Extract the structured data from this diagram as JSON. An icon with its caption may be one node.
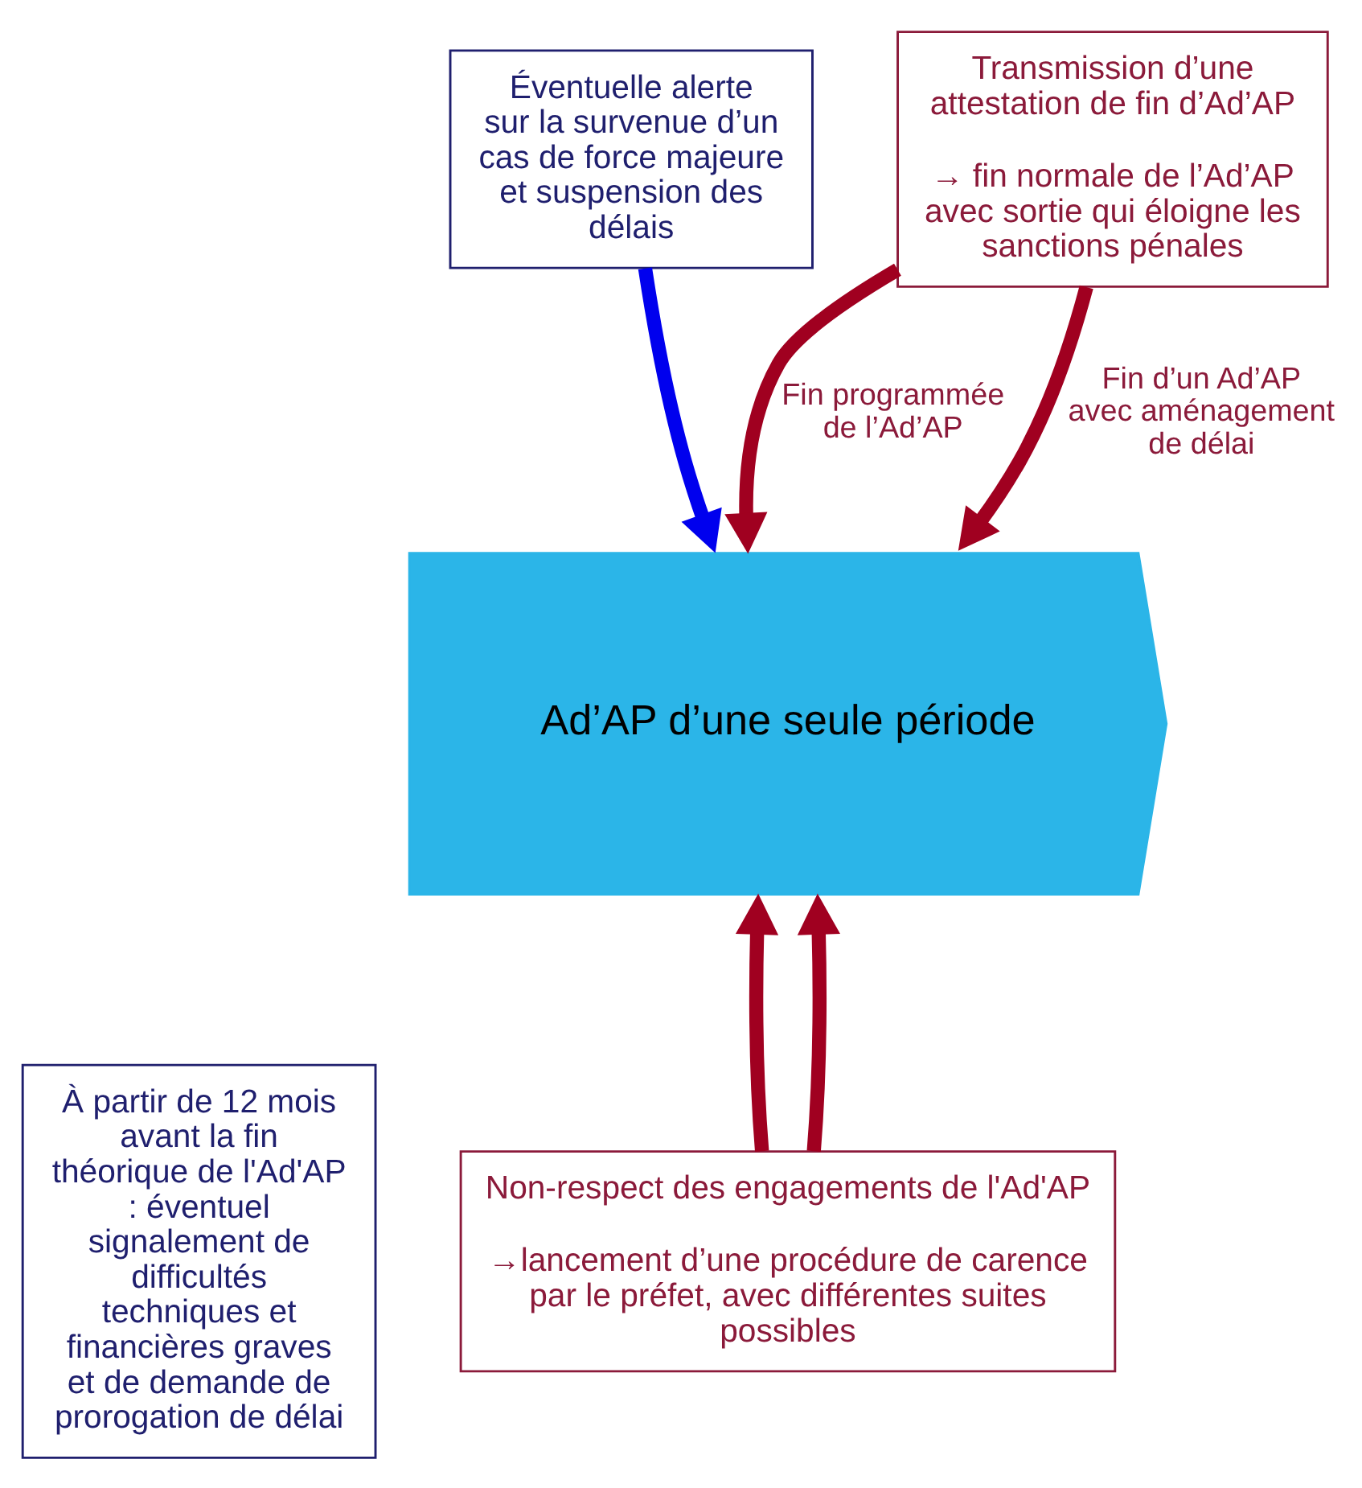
{
  "diagram": {
    "nodes": [
      {
        "text": [
          "Ad’AP d’une seule période"
        ]
      },
      {
        "text": [
          "Éventuelle alerte sur la survenue d’un cas de force majeure et suspension des délais"
        ]
      },
      {
        "text": [
          "Transmission d’une attestation de fin d’Ad’AP",
          "→ fin normale de l’Ad’AP avec sortie qui éloigne les sanctions pénales"
        ]
      },
      {
        "text": [
          "À partir de 12 mois avant la fin théorique de l'Ad'AP : éventuel signalement de difficultés techniques et financières graves et de demande de prorogation de délai"
        ]
      },
      {
        "text": [
          "Non-respect des engagements de l'Ad'AP",
          "→lancement d’une procédure de carence par le préfet, avec différentes suites possibles"
        ]
      }
    ],
    "edges": [
      {
        "from": 1,
        "to": 0,
        "arrow": "to",
        "color": "#0000ee"
      },
      {
        "from": 2,
        "to": 0,
        "arrow": "to",
        "label": "Fin programmée de l’Ad’AP"
      },
      {
        "from": 2,
        "to": 0,
        "arrow": "to",
        "label": "Fin d’un Ad’AP avec aménagement de délai"
      },
      {
        "from": 4,
        "to": 0,
        "arrow": "to"
      },
      {
        "from": 4,
        "to": 0,
        "arrow": "to"
      }
    ]
  }
}
